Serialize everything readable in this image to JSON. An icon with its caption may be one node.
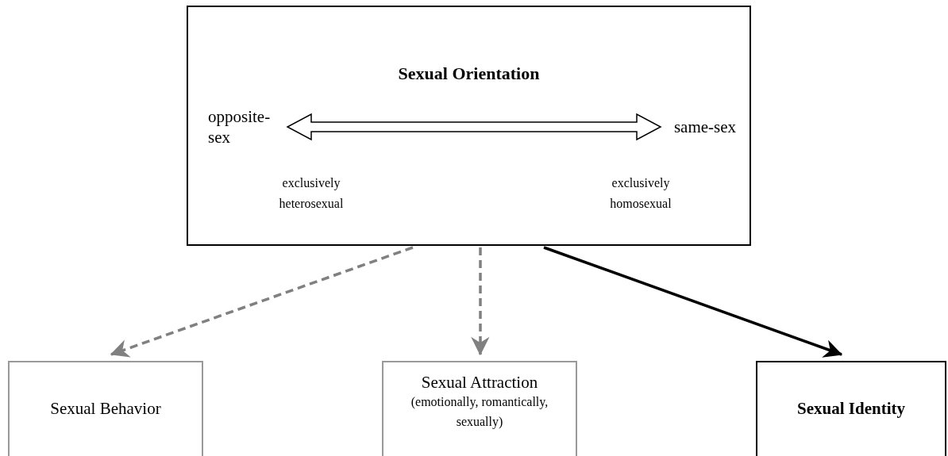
{
  "diagram": {
    "nodes": [
      {
        "text": [
          "Sexual Orientation"
        ]
      },
      {
        "text": [
          "opposite-sex"
        ],
        "in": 0
      },
      {
        "text": [
          "same-sex"
        ],
        "in": 0
      },
      {
        "text": [
          "Sexual Behavior"
        ]
      },
      {
        "text": [
          "Sexual Attraction",
          "(emotionally, romantically, sexually)"
        ]
      },
      {
        "text": [
          "Sexual Identity"
        ]
      }
    ],
    "edges": [
      {
        "from": 1,
        "to": 2,
        "arrow": "both",
        "style": "thick"
      },
      {
        "from": 0,
        "to": 3,
        "arrow": "to",
        "style": "dashed",
        "color": "#808080"
      },
      {
        "from": 0,
        "to": 4,
        "arrow": "to",
        "style": "dashed",
        "color": "#808080"
      },
      {
        "from": 0,
        "to": 5,
        "arrow": "to",
        "color": "#000000"
      }
    ],
    "labels": [
      "exclusively heterosexual",
      "exclusively homosexual"
    ]
  }
}
